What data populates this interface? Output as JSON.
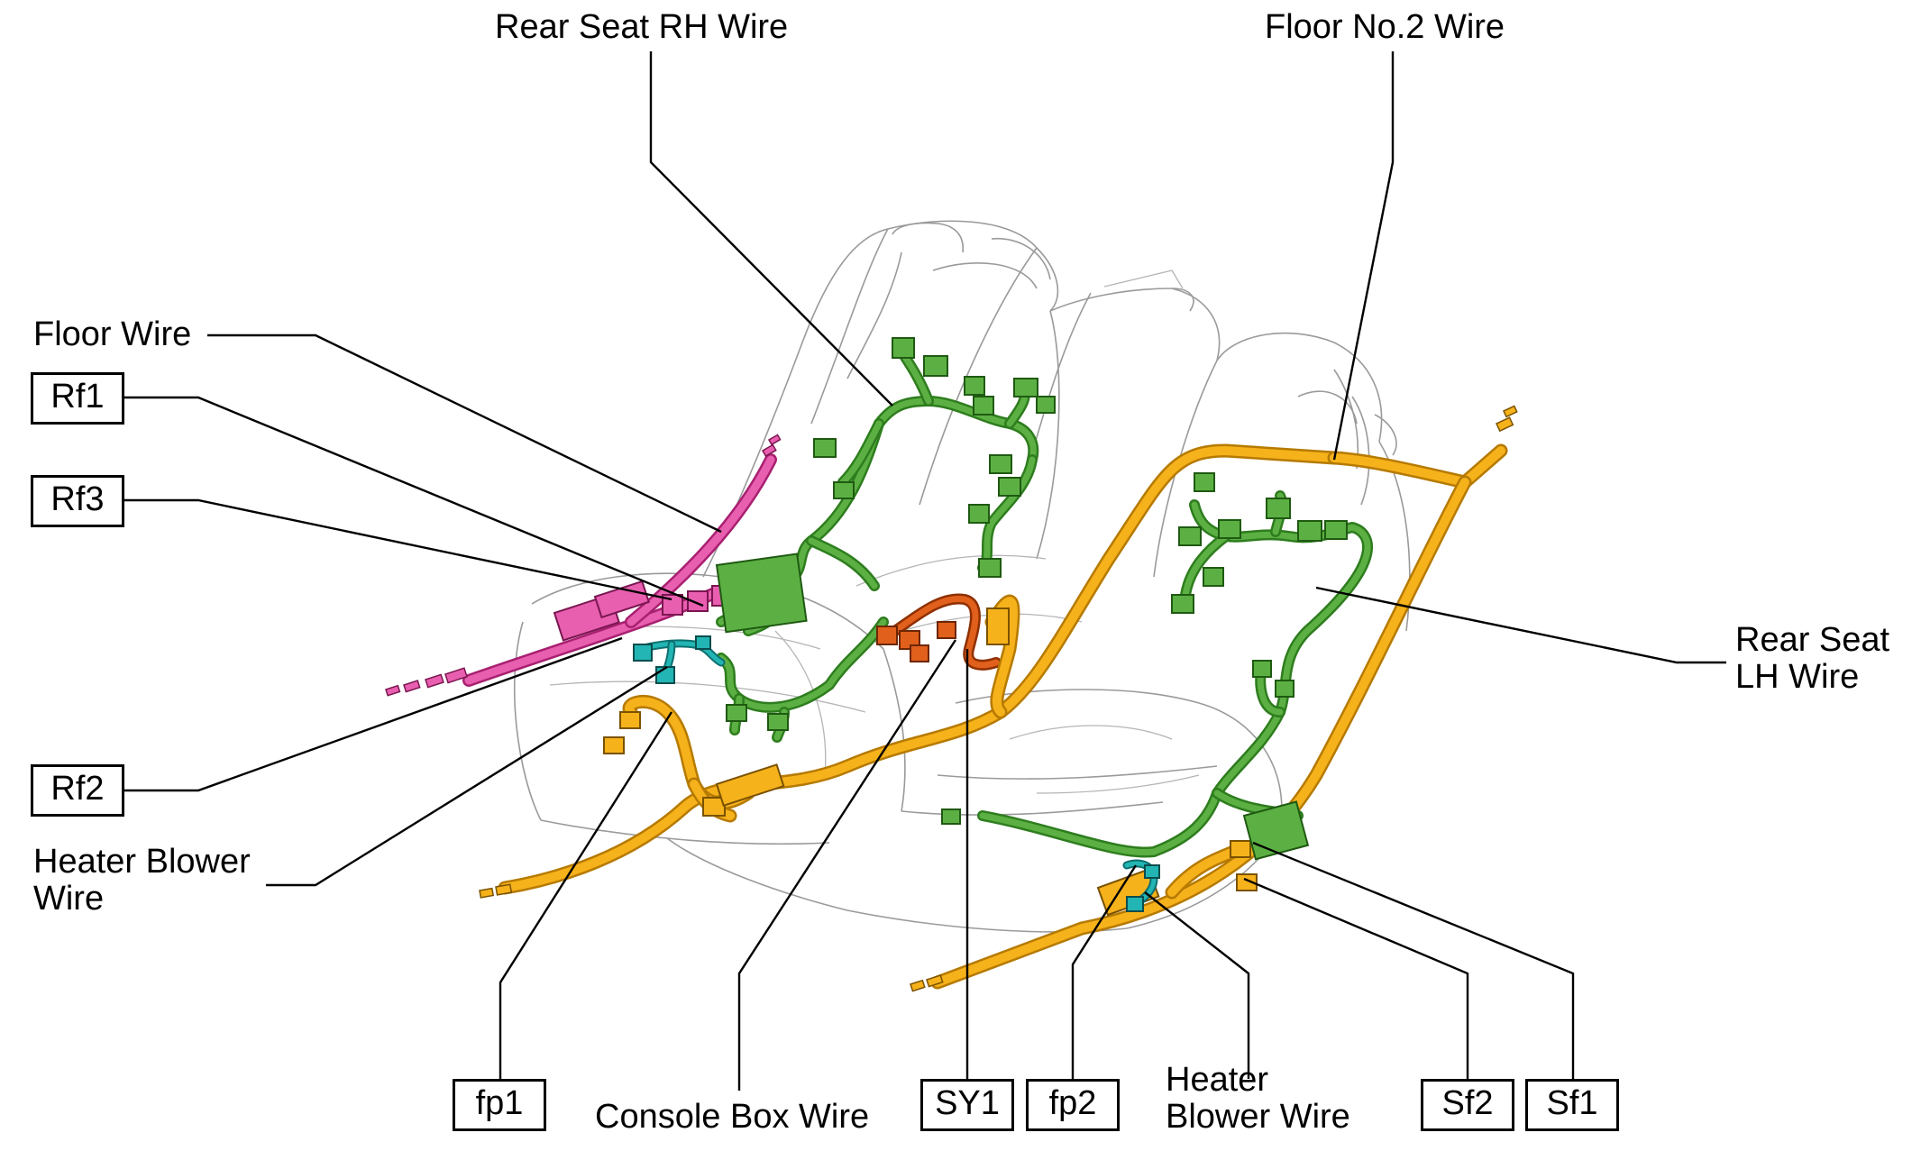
{
  "labels": {
    "rear_seat_rh_wire": "Rear Seat RH Wire",
    "floor_no2_wire": "Floor No.2 Wire",
    "floor_wire": "Floor Wire",
    "rear_seat_lh_wire_1": "Rear Seat",
    "rear_seat_lh_wire_2": "LH Wire",
    "heater_blower_wire_left_1": "Heater Blower",
    "heater_blower_wire_left_2": "Wire",
    "console_box_wire": "Console Box Wire",
    "heater_blower_wire_right_1": "Heater",
    "heater_blower_wire_right_2": "Blower Wire"
  },
  "connector_codes": {
    "rf1": "Rf1",
    "rf3": "Rf3",
    "rf2": "Rf2",
    "fp1": "fp1",
    "sy1": "SY1",
    "fp2": "fp2",
    "sf2": "Sf2",
    "sf1": "Sf1"
  },
  "colors": {
    "rear_seat_wire": "#5cb043",
    "floor_no2_wire": "#f6b21b",
    "floor_wire": "#e95fb0",
    "console_box_wire": "#e0601c",
    "heater_blower_wire": "#22b5b3"
  }
}
